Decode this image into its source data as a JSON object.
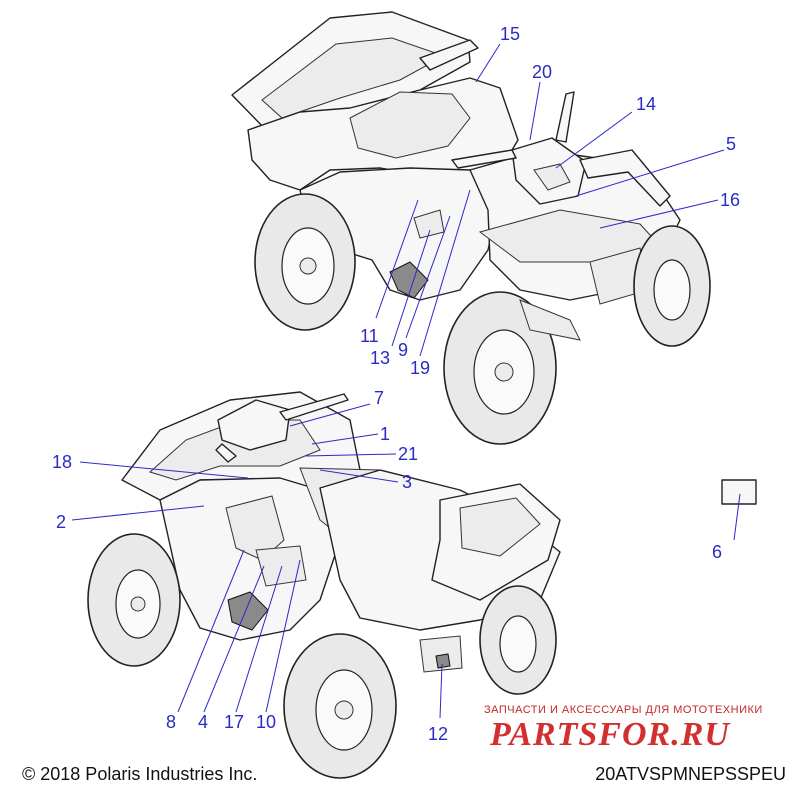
{
  "callouts": [
    {
      "id": "15",
      "label": "15"
    },
    {
      "id": "20",
      "label": "20"
    },
    {
      "id": "14",
      "label": "14"
    },
    {
      "id": "5",
      "label": "5"
    },
    {
      "id": "16",
      "label": "16"
    },
    {
      "id": "11",
      "label": "11"
    },
    {
      "id": "13",
      "label": "13"
    },
    {
      "id": "9",
      "label": "9"
    },
    {
      "id": "19",
      "label": "19"
    },
    {
      "id": "7",
      "label": "7"
    },
    {
      "id": "1",
      "label": "1"
    },
    {
      "id": "21",
      "label": "21"
    },
    {
      "id": "3",
      "label": "3"
    },
    {
      "id": "18",
      "label": "18"
    },
    {
      "id": "2",
      "label": "2"
    },
    {
      "id": "6",
      "label": "6"
    },
    {
      "id": "8",
      "label": "8"
    },
    {
      "id": "4",
      "label": "4"
    },
    {
      "id": "17",
      "label": "17"
    },
    {
      "id": "10",
      "label": "10"
    },
    {
      "id": "12",
      "label": "12"
    }
  ],
  "footer": {
    "copyright": "© 2018 Polaris Industries Inc.",
    "diagram_code": "20ATVSPMNEPSSPEU"
  },
  "watermark": {
    "tagline": "ЗАПЧАСТИ И АКСЕССУАРЫ ДЛЯ МОТОТЕХНИКИ",
    "logo": "PARTSFOR.RU"
  },
  "colors": {
    "callout": "#2a2ac8",
    "watermark": "#d32f2f",
    "line_art": "#222222"
  }
}
